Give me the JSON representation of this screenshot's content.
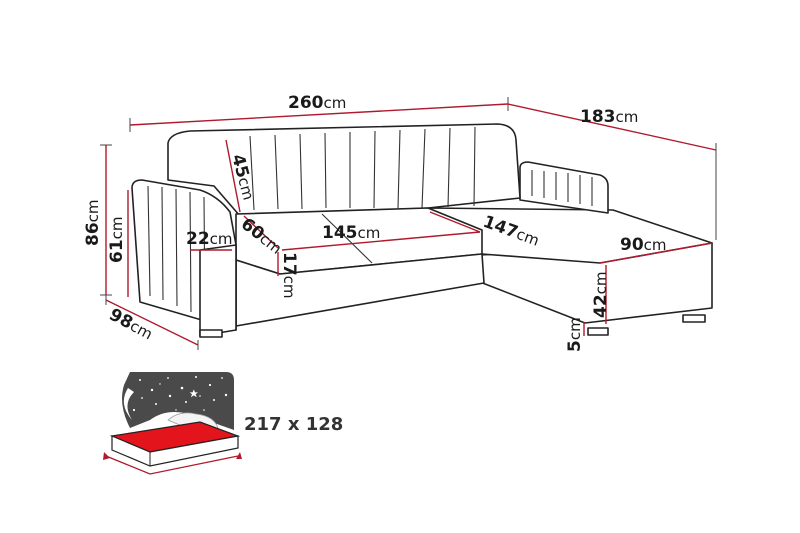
{
  "figure": {
    "bed_size_label": "217 x 128",
    "accent_color": "#b01a2e",
    "bed_red": "#e3141b",
    "unit": "cm",
    "dimensions": [
      {
        "id": "width-total",
        "value": "260"
      },
      {
        "id": "depth-chaise",
        "value": "183"
      },
      {
        "id": "height-total",
        "value": "86"
      },
      {
        "id": "height-arm",
        "value": "61"
      },
      {
        "id": "depth-side",
        "value": "98"
      },
      {
        "id": "backrest-height",
        "value": "45"
      },
      {
        "id": "seat-depth",
        "value": "60"
      },
      {
        "id": "arm-width",
        "value": "22"
      },
      {
        "id": "seat-width",
        "value": "145"
      },
      {
        "id": "chaise-length",
        "value": "147"
      },
      {
        "id": "chaise-width",
        "value": "90"
      },
      {
        "id": "seat-thickness",
        "value": "17"
      },
      {
        "id": "seat-height",
        "value": "42"
      },
      {
        "id": "leg-height",
        "value": "5"
      }
    ]
  }
}
